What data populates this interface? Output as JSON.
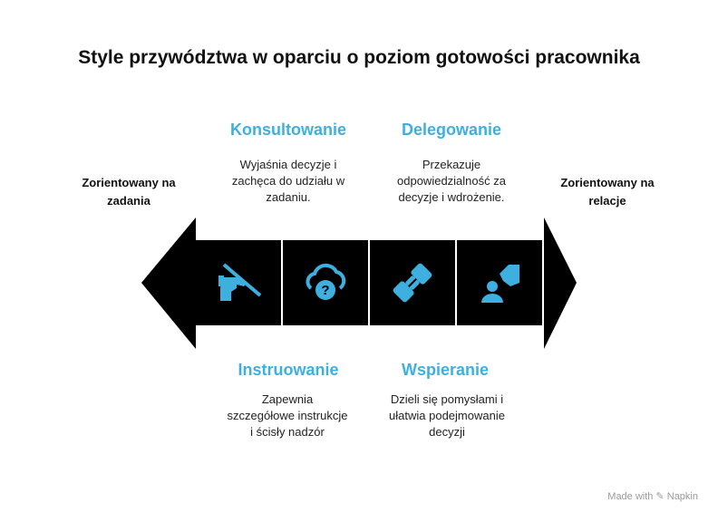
{
  "title": "Style przywództwa w oparciu o poziom gotowości pracownika",
  "left_label": "Zorientowany na zadania",
  "right_label": "Zorientowany na relacje",
  "styles": [
    {
      "heading": "Konsultowanie",
      "description": "Wyjaśnia decyzje i zachęca do udziału w zadaniu.",
      "icon": "pointing-hand-icon"
    },
    {
      "heading": "Delegowanie",
      "description": "Przekazuje odpowiedzialność za decyzje i wdrożenie.",
      "icon": "handshake-icon"
    },
    {
      "heading": "Instruowanie",
      "description": "Zapewnia szczegółowe instrukcje i ścisły nadzór",
      "icon": "cloud-question-icon"
    },
    {
      "heading": "Wspieranie",
      "description": "Dzieli się pomysłami i ułatwia podejmowanie decyzji",
      "icon": "person-hand-support-icon"
    }
  ],
  "colors": {
    "accent": "#3db0e0",
    "band": "#000000",
    "icon": "#3db0e0"
  },
  "watermark": "Made with ✎ Napkin"
}
